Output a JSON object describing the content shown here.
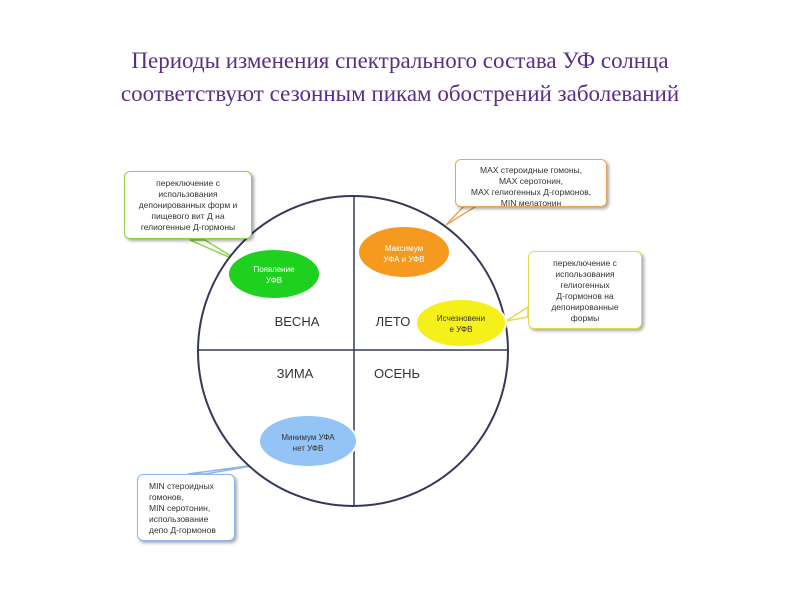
{
  "title": {
    "line1": "Периоды изменения спектрального состава УФ солнца",
    "line2": "соответствуют сезонным пикам обострений заболеваний"
  },
  "seasons": {
    "spring": "ВЕСНА",
    "summer": "ЛЕТО",
    "winter": "ЗИМА",
    "autumn": "ОСЕНЬ"
  },
  "markers": {
    "appearance": {
      "line1": "Появление",
      "line2": "УФВ",
      "color": "#1fd11f"
    },
    "maximum": {
      "line1": "Максимум",
      "line2": "УФА и УФВ",
      "color": "#f59a1e"
    },
    "disappearance": {
      "line1": "Исчезновени",
      "line2": "е УФВ",
      "color": "#f5f01a"
    },
    "minimum": {
      "line1": "Минимум УФА",
      "line2": "нет УФВ",
      "color": "#93c4f5"
    }
  },
  "callouts": {
    "spring_switch": [
      "переключение с",
      "использования",
      "депонированных форм и",
      "пищевого вит Д на",
      "гелиогенные Д-гормоны"
    ],
    "summer_max": [
      "MAX стероидные гомоны,",
      "MAX серотонин,",
      "MAX гелиогенных Д-гормонов,",
      "MIN мелатонин"
    ],
    "autumn_switch": [
      "переключение с",
      "использования",
      "гелиогенных",
      "Д-гормонов на",
      "депонированные",
      "формы"
    ],
    "winter_min": [
      "MIN стероидных",
      "гомонов,",
      "MIN серотонин,",
      "использование",
      "депо Д-гормонов"
    ]
  }
}
